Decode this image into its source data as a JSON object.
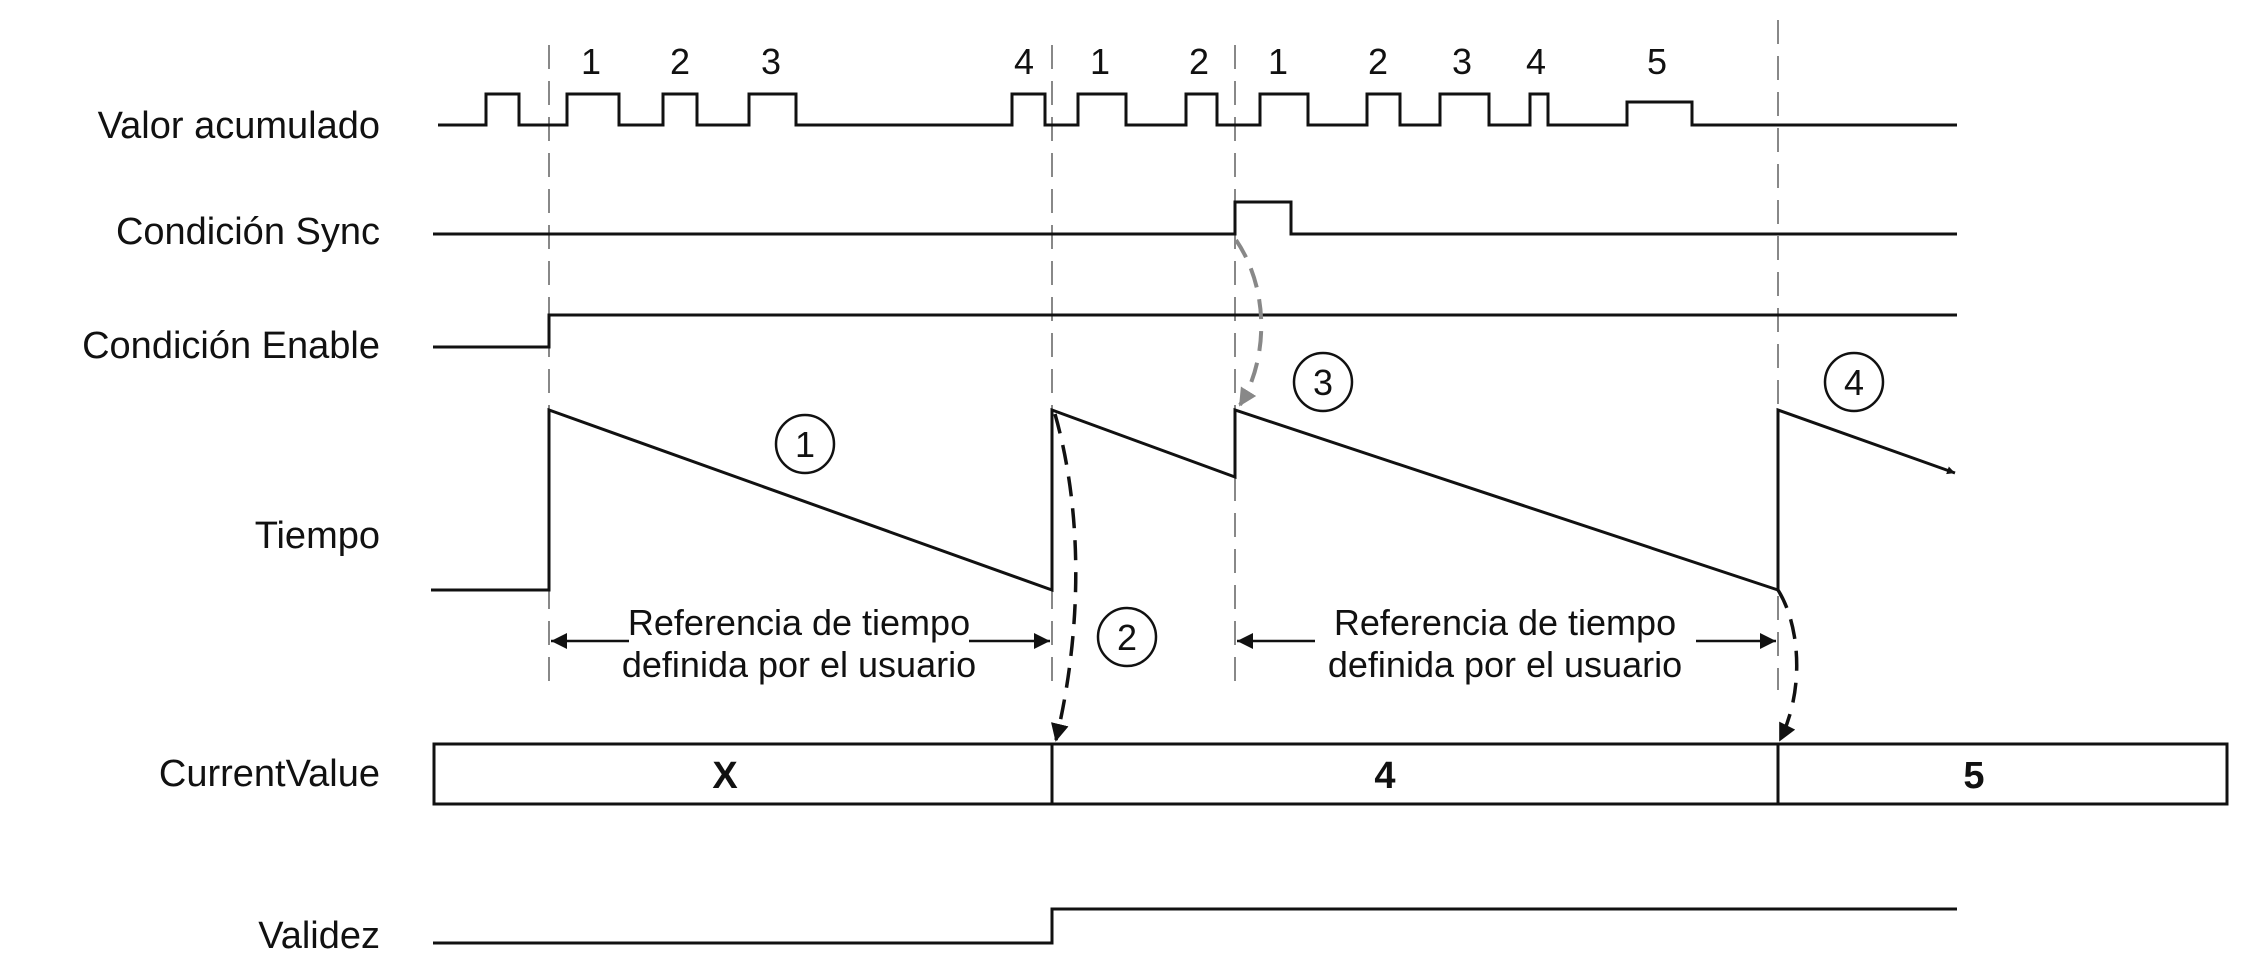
{
  "signals": {
    "valor_acumulado": "Valor acumulado",
    "condicion_sync": "Condición Sync",
    "condicion_enable": "Condición Enable",
    "tiempo": "Tiempo",
    "current_value": "CurrentValue",
    "validez": "Validez"
  },
  "pulse_counts": [
    "1",
    "2",
    "3",
    "4",
    "1",
    "2",
    "1",
    "2",
    "3",
    "4",
    "5"
  ],
  "time_reference": {
    "first": {
      "line1": "Referencia de tiempo",
      "line2": "definida por el usuario"
    },
    "second": {
      "line1": "Referencia de tiempo",
      "line2": "definida por el usuario"
    }
  },
  "markers": [
    "1",
    "2",
    "3",
    "4"
  ],
  "current_value_segments": [
    "X",
    "4",
    "5"
  ],
  "colors": {
    "line": "#111111",
    "guide": "#888888",
    "background": "#ffffff"
  }
}
